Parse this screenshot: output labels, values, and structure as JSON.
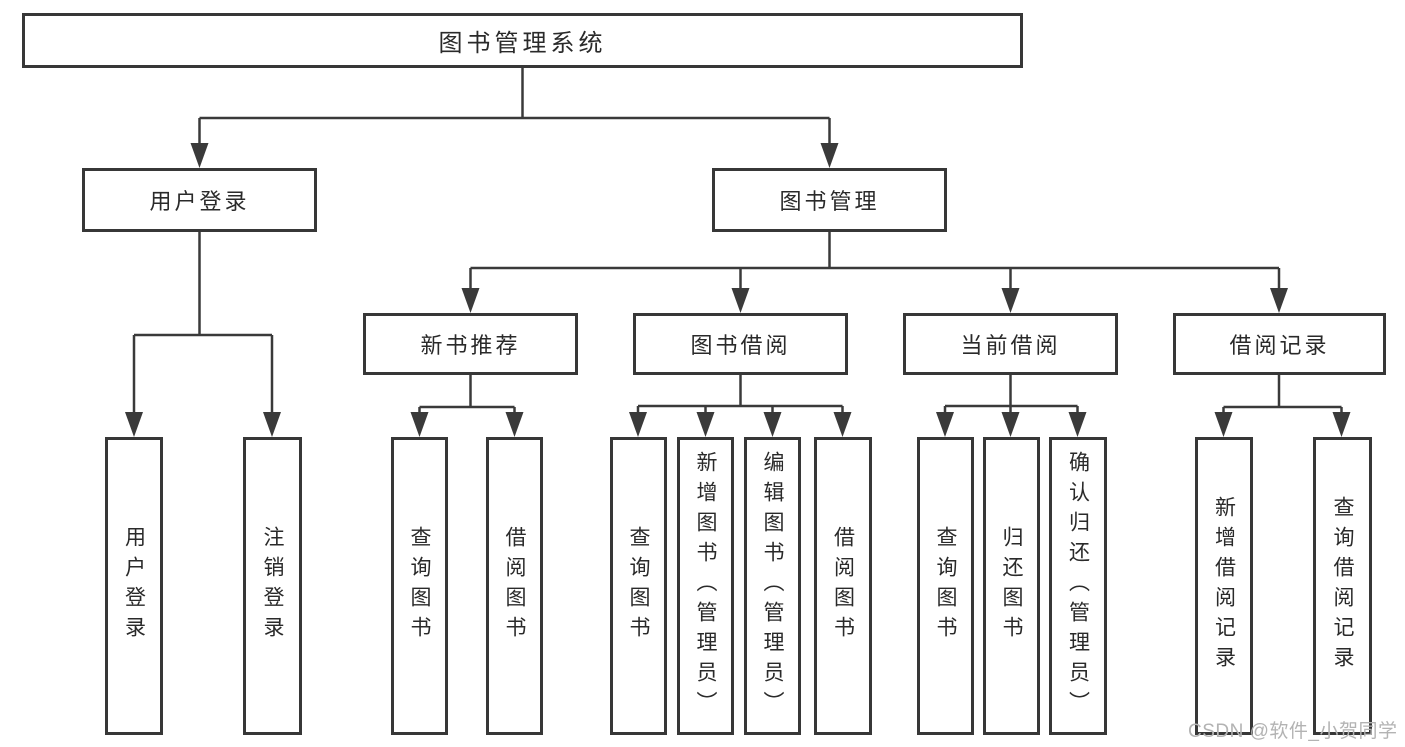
{
  "tree": {
    "label": "图书管理系统",
    "children": [
      {
        "label": "用户登录",
        "children": [
          {
            "label": "用户登录"
          },
          {
            "label": "注销登录"
          }
        ]
      },
      {
        "label": "图书管理",
        "children": [
          {
            "label": "新书推荐",
            "children": [
              {
                "label": "查询图书"
              },
              {
                "label": "借阅图书"
              }
            ]
          },
          {
            "label": "图书借阅",
            "children": [
              {
                "label": "查询图书"
              },
              {
                "label": "新增图书（管理员）"
              },
              {
                "label": "编辑图书（管理员）"
              },
              {
                "label": "借阅图书"
              }
            ]
          },
          {
            "label": "当前借阅",
            "children": [
              {
                "label": "查询图书"
              },
              {
                "label": "归还图书"
              },
              {
                "label": "确认归还（管理员）"
              }
            ]
          },
          {
            "label": "借阅记录",
            "children": [
              {
                "label": "新增借阅记录"
              },
              {
                "label": "查询借阅记录"
              }
            ]
          }
        ]
      }
    ]
  },
  "watermark": "CSDN @软件_小贺同学",
  "colors": {
    "background": "#ffffff",
    "line": "#3a3a3a",
    "box_border": "#373737",
    "text": "#2a2a2a",
    "watermark": "#b3b3b3"
  }
}
